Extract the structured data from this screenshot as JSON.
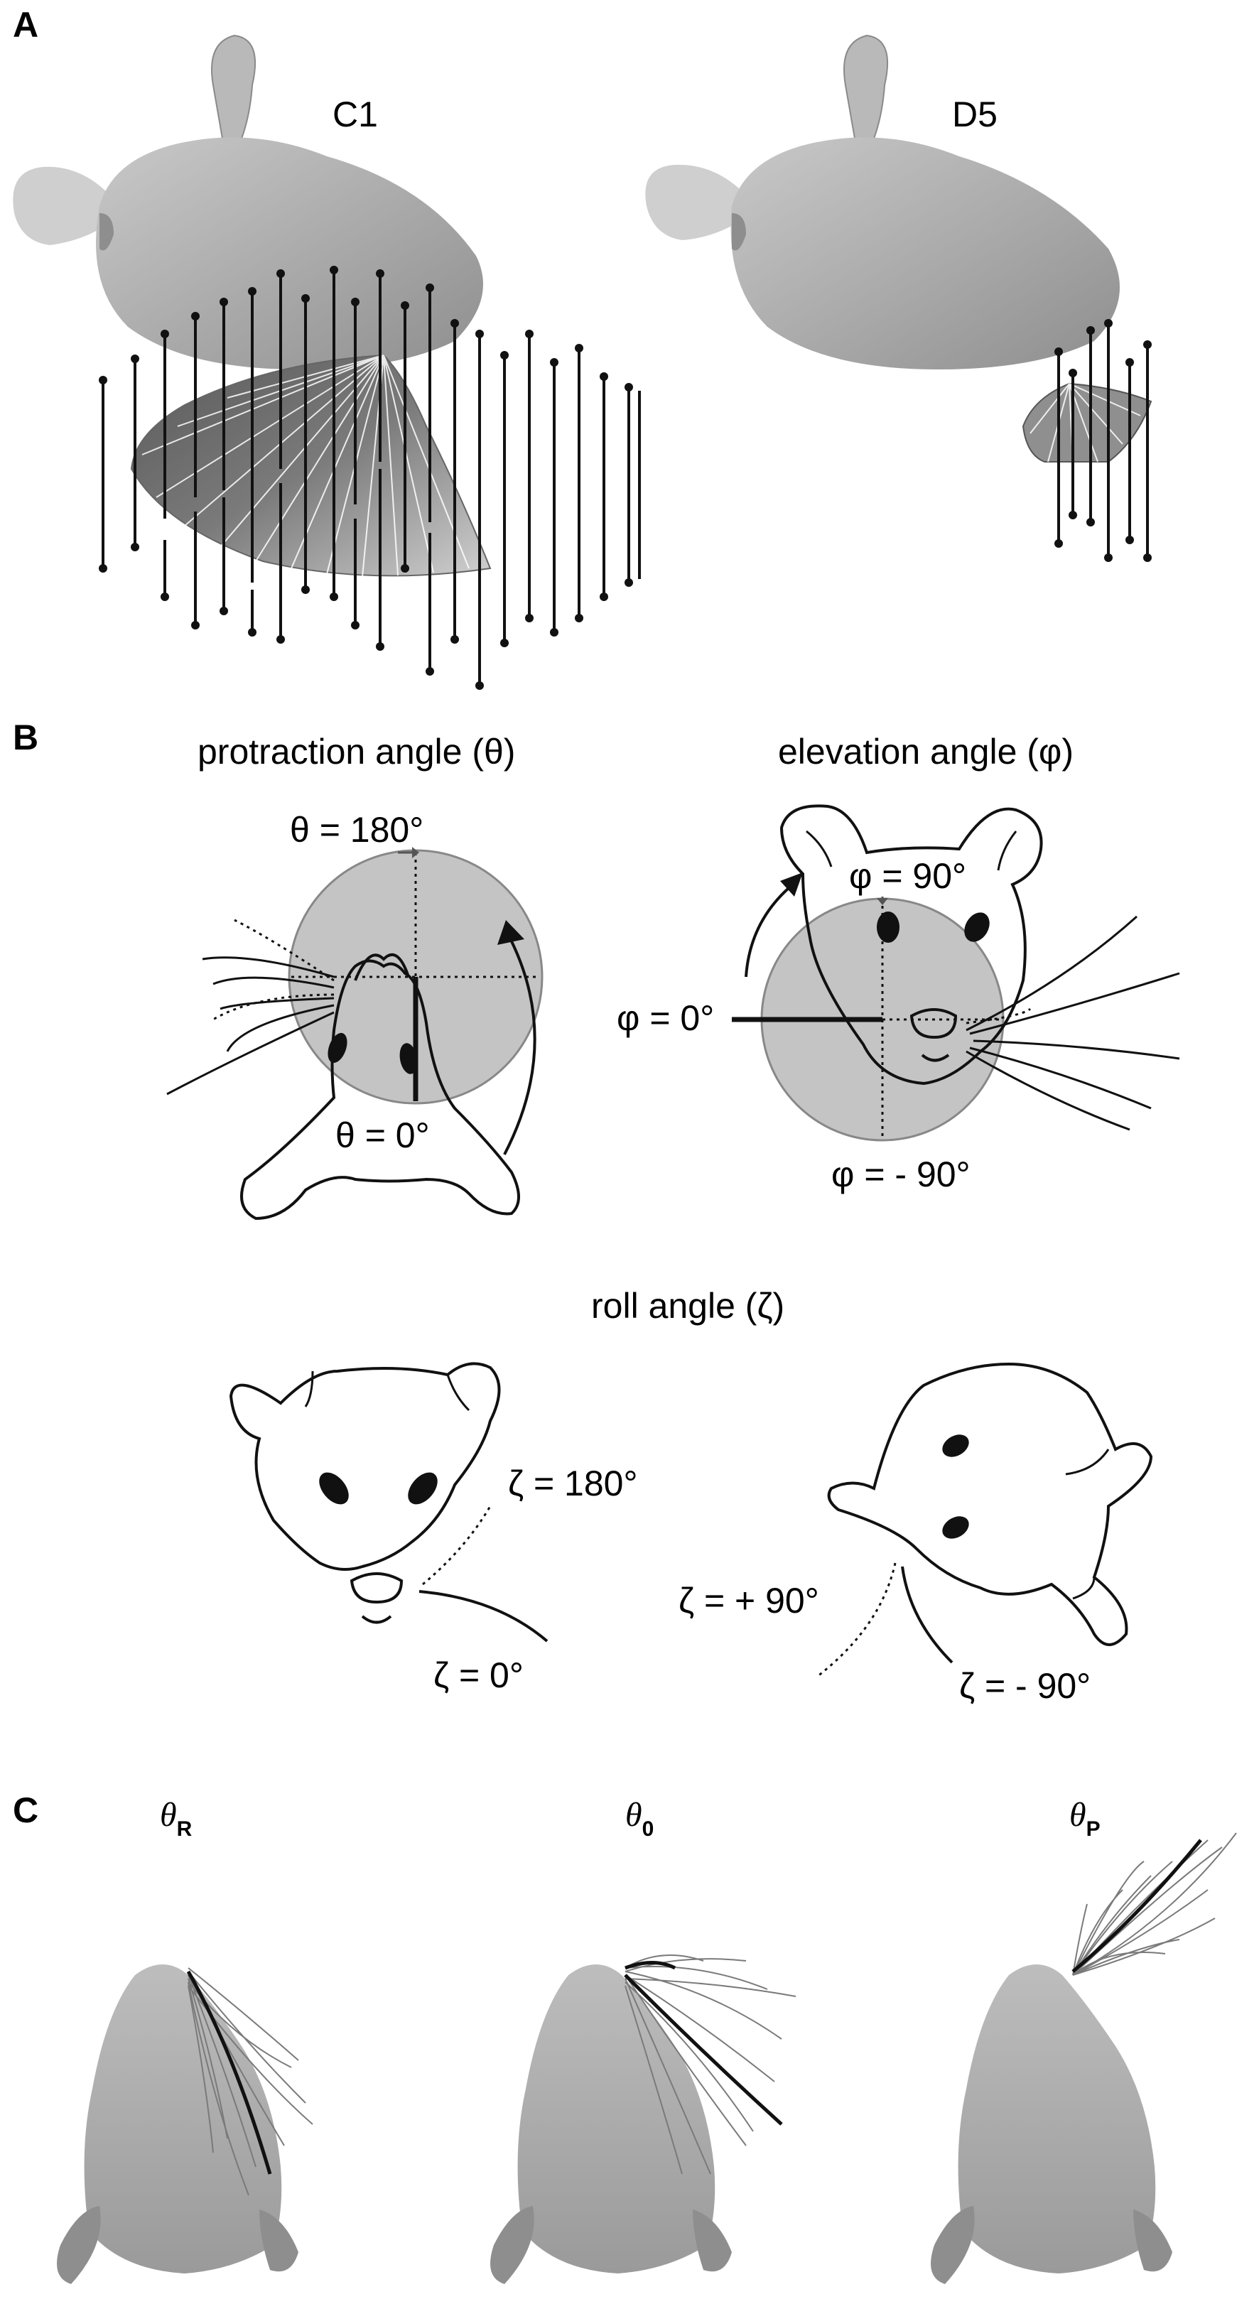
{
  "panels": {
    "A": {
      "letter": "A",
      "left_label": "C1",
      "right_label": "D5"
    },
    "B": {
      "letter": "B",
      "protraction": {
        "title": "protraction angle (θ)",
        "top": "θ = 180°",
        "bottom": "θ = 0°"
      },
      "elevation": {
        "title": "elevation angle (φ)",
        "top": "φ = 90°",
        "left": "φ = 0°",
        "bottom": "φ = - 90°"
      },
      "roll": {
        "title": "roll angle (ζ)",
        "z180": "ζ = 180°",
        "z0": "ζ = 0°",
        "zplus90": "ζ = + 90°",
        "zminus90": "ζ = - 90°"
      }
    },
    "C": {
      "letter": "C",
      "columns": [
        {
          "symbol": "θ",
          "sub": "R"
        },
        {
          "symbol": "θ",
          "sub": "0"
        },
        {
          "symbol": "θ",
          "sub": "P"
        }
      ]
    }
  },
  "colors": {
    "head_gray": "#a9a9a9",
    "circle_gray": "#c4c4c4",
    "whisker_gray": "#8a8a8a",
    "line_black": "#111111"
  }
}
